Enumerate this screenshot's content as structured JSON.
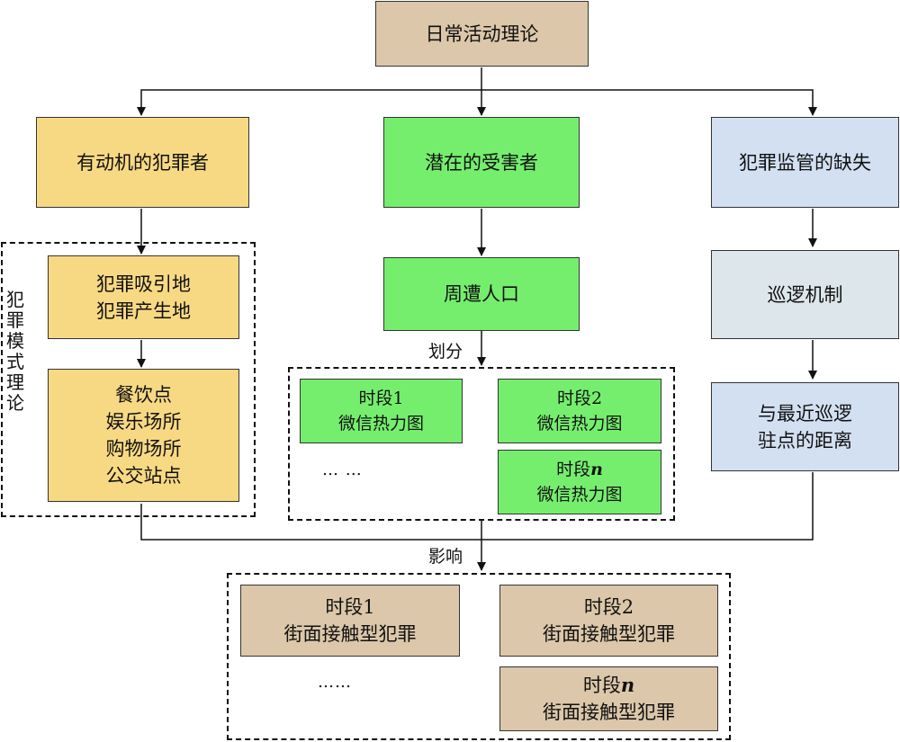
{
  "root": "日常活动理论",
  "columns": {
    "offender": "有动机的犯罪者",
    "victim": "潜在的受害者",
    "guardian": "犯罪监管的缺失"
  },
  "crime_pattern": {
    "label": "犯罪模式理论",
    "attractors": [
      "犯罪吸引地",
      "犯罪产生地"
    ],
    "places": [
      "餐饮点",
      "娱乐场所",
      "购物场所",
      "公交站点"
    ]
  },
  "population": {
    "title": "周遭人口",
    "split_label": "划分",
    "heatmaps": [
      {
        "period": "时段1",
        "name": "微信热力图"
      },
      {
        "period": "时段2",
        "name": "微信热力图"
      },
      {
        "period_prefix": "时段",
        "period_var": "n",
        "name": "微信热力图"
      }
    ],
    "ellipsis": "…  …"
  },
  "patrol": {
    "mechanism": "巡逻机制",
    "distance": [
      "与最近巡逻",
      "驻点的距离"
    ]
  },
  "impact_label": "影响",
  "crimes": [
    {
      "period": "时段1",
      "name": "街面接触型犯罪"
    },
    {
      "period": "时段2",
      "name": "街面接触型犯罪"
    },
    {
      "period_prefix": "时段",
      "period_var": "n",
      "name": "街面接触型犯罪"
    }
  ],
  "crimes_ellipsis": "……"
}
